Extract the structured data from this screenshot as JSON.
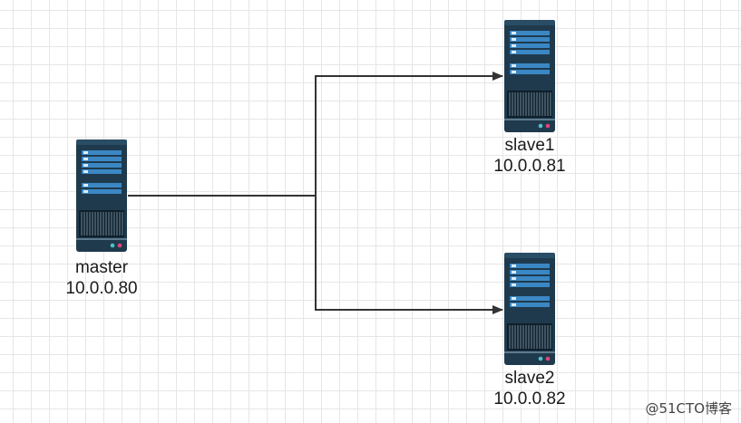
{
  "nodes": {
    "master": {
      "name": "master",
      "ip": "10.0.0.80"
    },
    "slave1": {
      "name": "slave1",
      "ip": "10.0.0.81"
    },
    "slave2": {
      "name": "slave2",
      "ip": "10.0.0.82"
    }
  },
  "edges": [
    {
      "from": "master",
      "to": "slave1"
    },
    {
      "from": "master",
      "to": "slave2"
    }
  ],
  "icons": {
    "server": "server-rack-icon"
  },
  "colors": {
    "server_body": "#1f3a4d",
    "server_slots": "#3b87c4",
    "connector": "#333333",
    "grid": "#e6e6e6"
  },
  "watermark": "@51CTO博客"
}
